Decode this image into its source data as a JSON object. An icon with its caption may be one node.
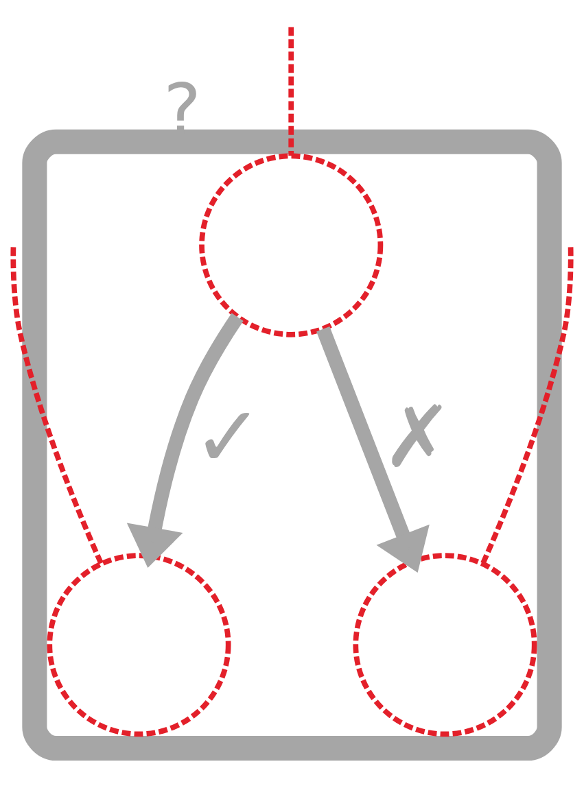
{
  "diagram": {
    "nodes": [
      {
        "text": [],
        "shape": "box"
      },
      {
        "text": [],
        "shape": "circle",
        "in": 0,
        "beside": [
          "?"
        ]
      },
      {
        "text": [],
        "shape": "circle",
        "in": 0
      },
      {
        "text": [],
        "shape": "circle",
        "in": 0
      }
    ],
    "edges": [
      {
        "from": 1,
        "to": 2,
        "arrow": "to",
        "label": "✓",
        "style": "thick",
        "color": "#a6a6a6"
      },
      {
        "from": 1,
        "to": 3,
        "arrow": "to",
        "label": "✗",
        "style": "thick",
        "color": "#a6a6a6"
      },
      {
        "from": null,
        "to": 1,
        "arrow": "none",
        "style": "dashed",
        "color": "#e3202a"
      },
      {
        "from": null,
        "to": 2,
        "arrow": "none",
        "style": "dashed",
        "color": "#e3202a"
      },
      {
        "from": null,
        "to": 3,
        "arrow": "none",
        "style": "dashed",
        "color": "#e3202a"
      }
    ]
  }
}
